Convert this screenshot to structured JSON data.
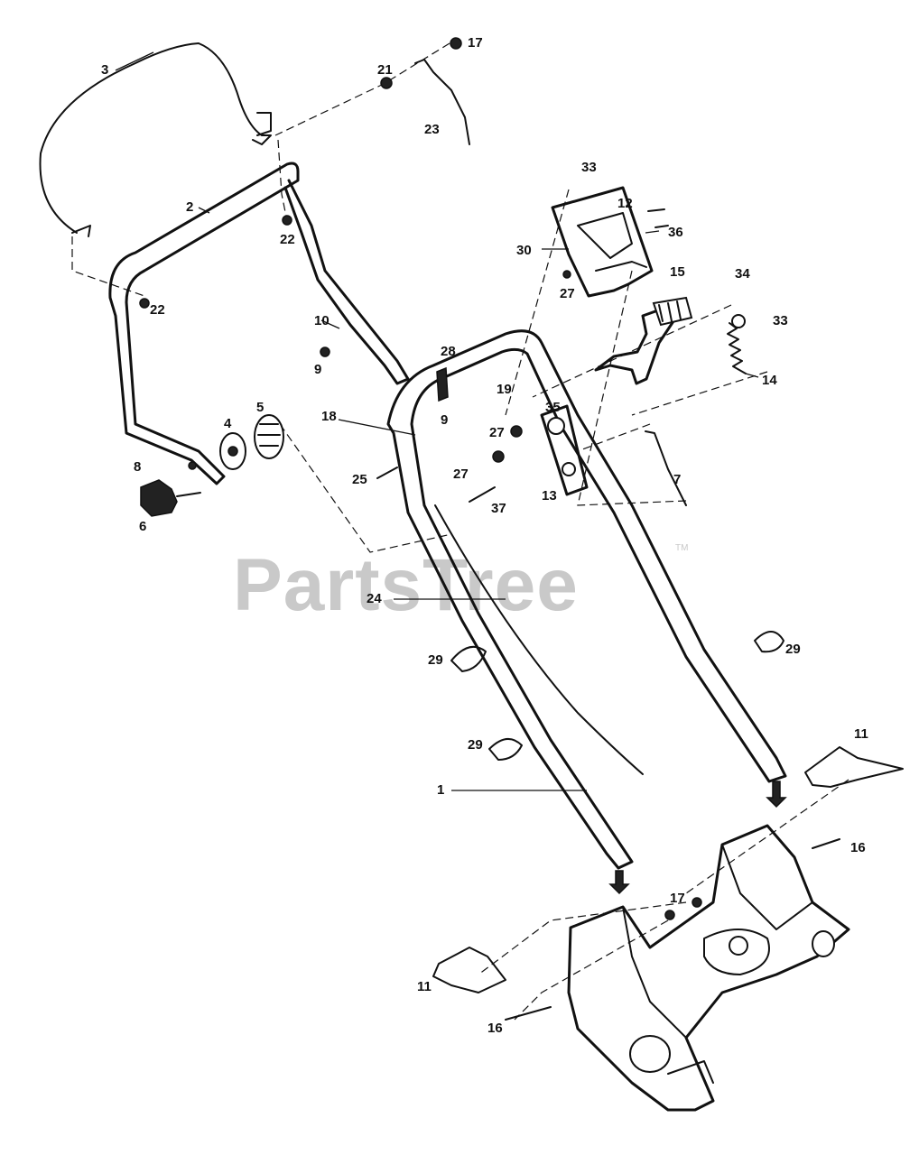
{
  "watermark": {
    "text": "PartsTree",
    "trademark": "TM"
  },
  "callouts": [
    "1",
    "2",
    "3",
    "4",
    "5",
    "6",
    "7",
    "8",
    "9",
    "9",
    "10",
    "11",
    "11",
    "12",
    "13",
    "14",
    "15",
    "16",
    "16",
    "17",
    "17",
    "18",
    "19",
    "21",
    "22",
    "22",
    "23",
    "24",
    "25",
    "27",
    "27",
    "27",
    "28",
    "29",
    "29",
    "29",
    "30",
    "33",
    "33",
    "34",
    "35",
    "36",
    "37"
  ]
}
